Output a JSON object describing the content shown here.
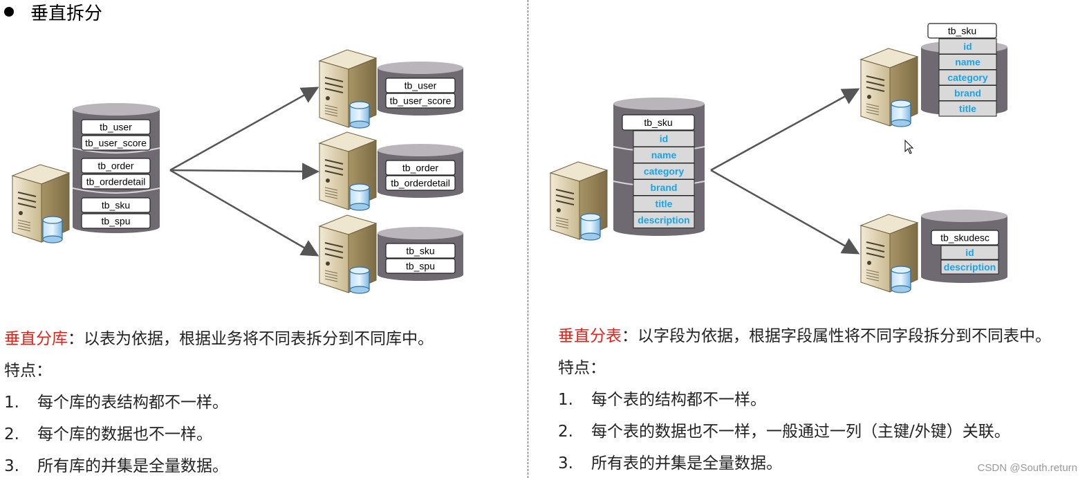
{
  "title": "垂直拆分",
  "left": {
    "source_tables": [
      "tb_user",
      "tb_user_score",
      "tb_order",
      "tb_orderdetail",
      "tb_sku",
      "tb_spu"
    ],
    "targets": [
      [
        "tb_user",
        "tb_user_score"
      ],
      [
        "tb_order",
        "tb_orderdetail"
      ],
      [
        "tb_sku",
        "tb_spu"
      ]
    ],
    "heading_red": "垂直分库",
    "heading_rest": "：以表为依据，根据业务将不同表拆分到不同库中。",
    "features_label": "特点：",
    "points": [
      {
        "num": "1.",
        "text": "每个库的表结构都不一样。"
      },
      {
        "num": "2.",
        "text": "每个库的数据也不一样。"
      },
      {
        "num": "3.",
        "text": "所有库的并集是全量数据。"
      }
    ]
  },
  "right": {
    "source_table": "tb_sku",
    "source_fields": [
      "id",
      "name",
      "category",
      "brand",
      "title",
      "description"
    ],
    "target1_table": "tb_sku",
    "target1_fields": [
      "id",
      "name",
      "category",
      "brand",
      "title"
    ],
    "target2_table": "tb_skudesc",
    "target2_fields": [
      "id",
      "description"
    ],
    "heading_red": "垂直分表",
    "heading_rest": "：以字段为依据，根据字段属性将不同字段拆分到不同表中。",
    "features_label": "特点：",
    "points": [
      {
        "num": "1.",
        "text": "每个表的结构都不一样。"
      },
      {
        "num": "2.",
        "text": "每个表的数据也不一样，一般通过一列（主键/外键）关联。"
      },
      {
        "num": "3.",
        "text": "所有表的并集是全量数据。"
      }
    ]
  },
  "watermark": "CSDN @South.return",
  "colors": {
    "accent_red": "#e2231a",
    "field_blue": "#1aa3e8",
    "cylinder": "#6f6a71",
    "cylinder_top": "#b9b5bb",
    "field_bg": "#d9d9d9"
  }
}
